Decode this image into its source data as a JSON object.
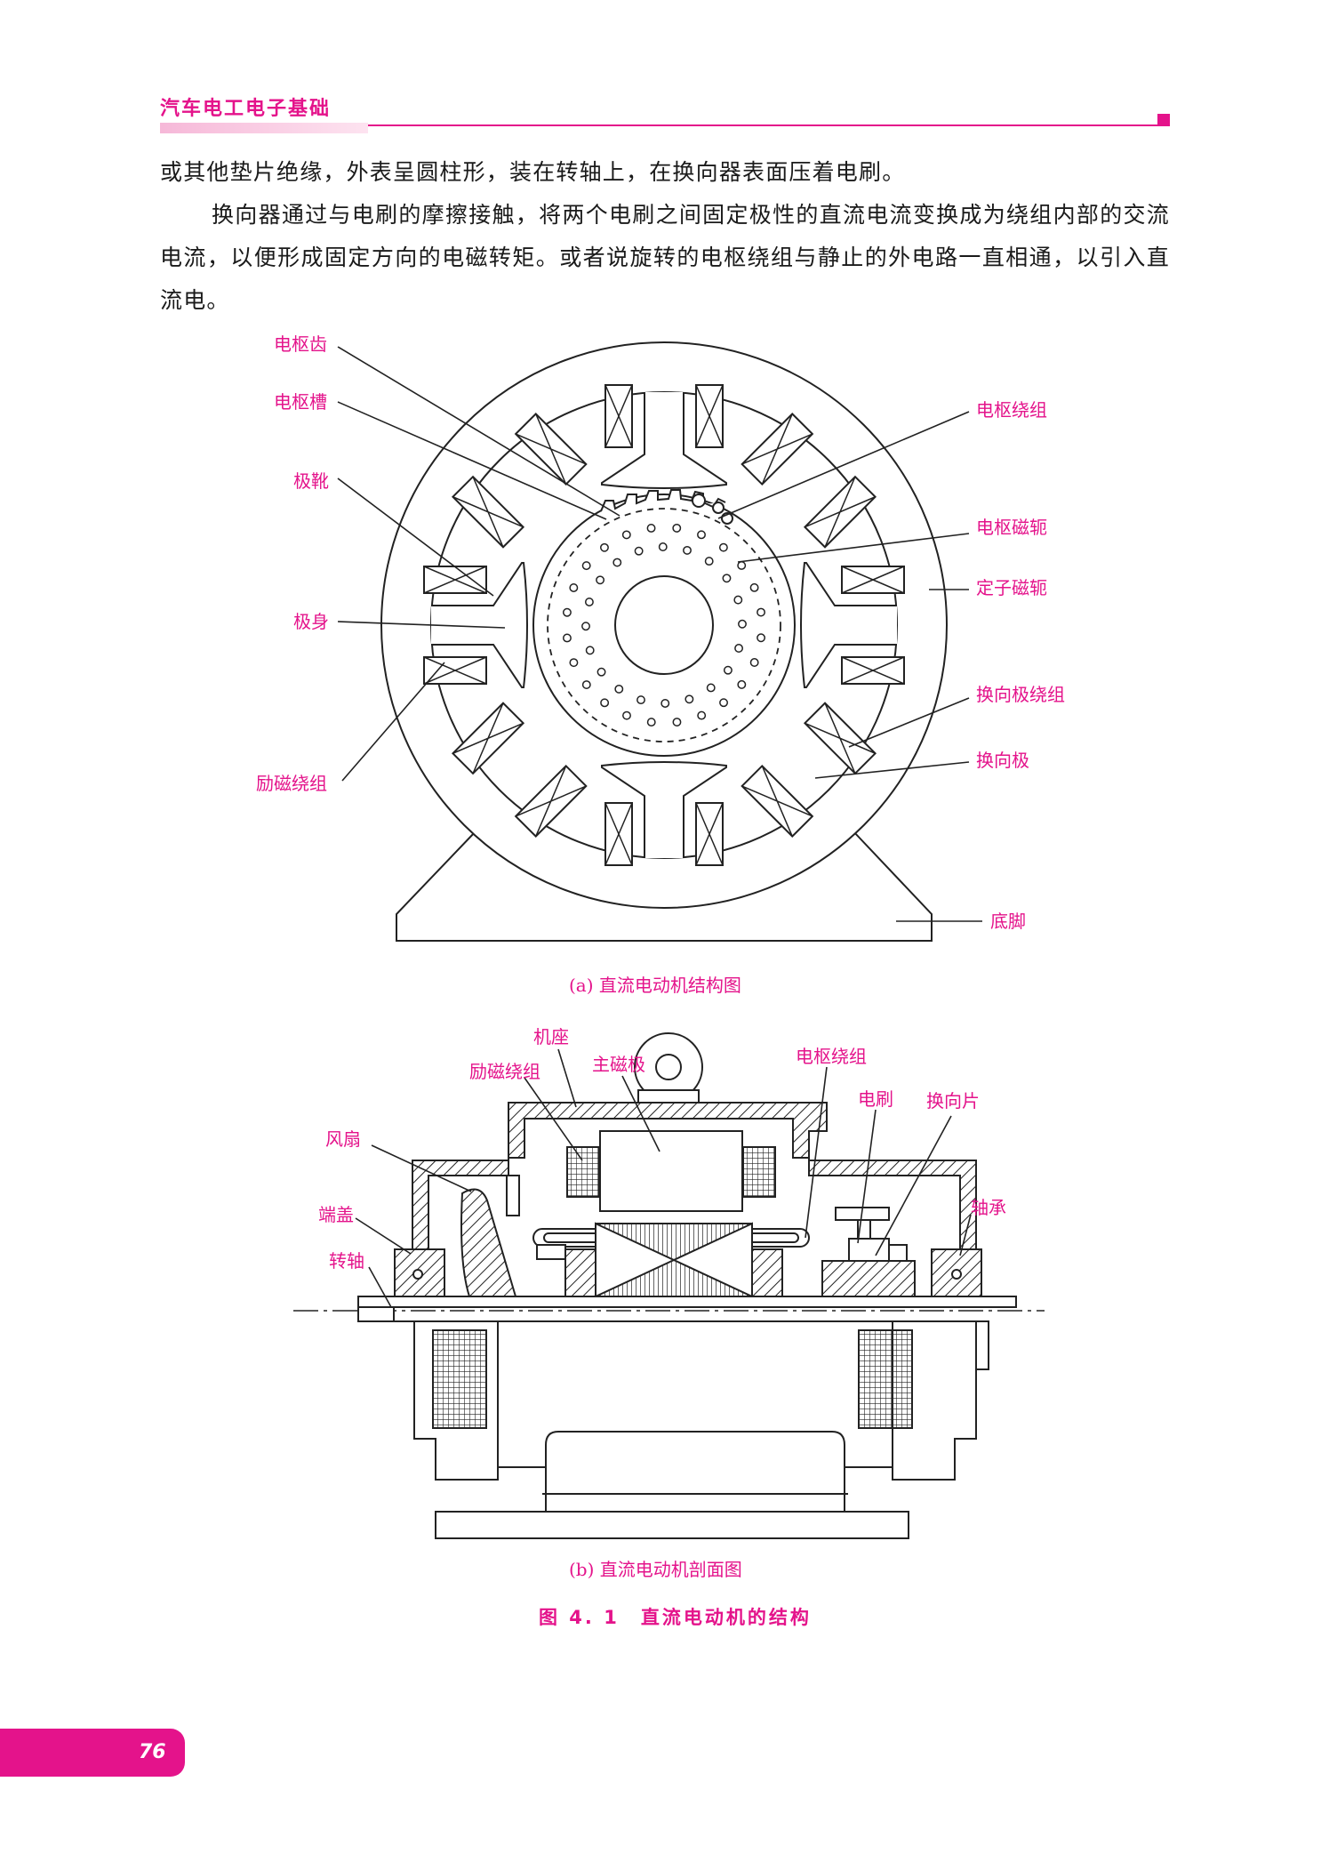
{
  "header": {
    "title": "汽车电工电子基础",
    "accent_color": "#e4138b"
  },
  "body": {
    "para1": "或其他垫片绝缘，外表呈圆柱形，装在转轴上，在换向器表面压着电刷。",
    "para2": "换向器通过与电刷的摩擦接触，将两个电刷之间固定极性的直流电流变换成为绕组内部的交流电流，以便形成固定方向的电磁转矩。或者说旋转的电枢绕组与静止的外电路一直相通，以引入直流电。"
  },
  "figure_a": {
    "labels": {
      "armature_tooth": "电枢齿",
      "armature_slot": "电枢槽",
      "pole_shoe": "极靴",
      "pole_body": "极身",
      "field_winding": "励磁绕组",
      "armature_winding": "电枢绕组",
      "armature_yoke": "电枢磁轭",
      "stator_yoke": "定子磁轭",
      "interpole_winding": "换向极绕组",
      "interpole": "换向极",
      "base_foot": "底脚"
    },
    "caption": "(a) 直流电动机结构图"
  },
  "figure_b": {
    "labels": {
      "frame": "机座",
      "field_winding": "励磁绕组",
      "main_pole": "主磁极",
      "armature_winding": "电枢绕组",
      "brush": "电刷",
      "commutator_segment": "换向片",
      "fan": "风扇",
      "end_cover": "端盖",
      "shaft": "转轴",
      "bearing": "轴承"
    },
    "caption": "(b) 直流电动机剖面图"
  },
  "figure_title": "图 4. 1　直流电动机的结构",
  "footer": {
    "page_number": "76"
  }
}
